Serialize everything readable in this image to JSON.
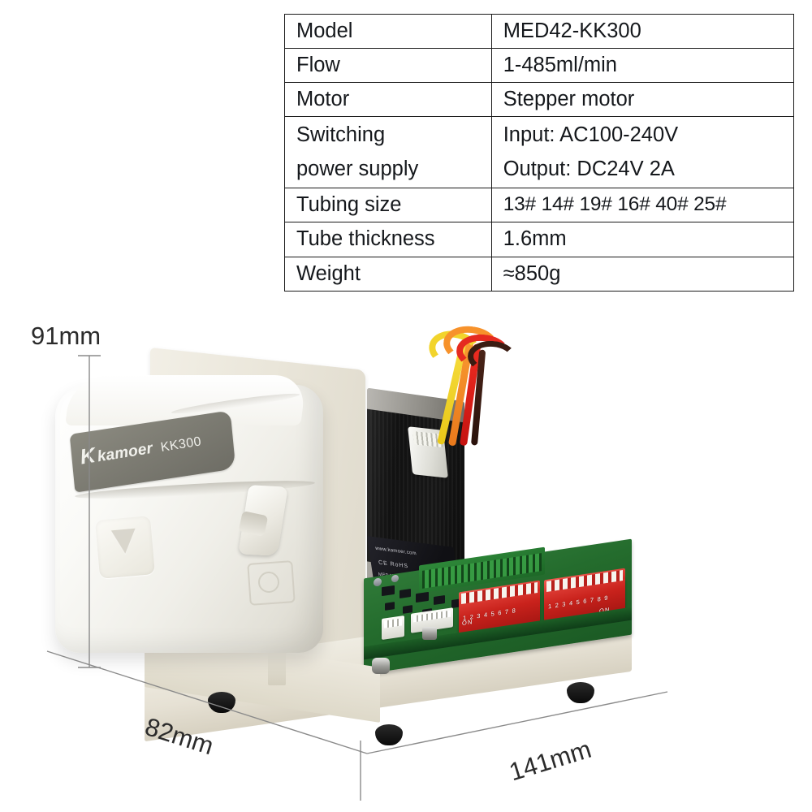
{
  "spec_table": {
    "rows": [
      {
        "label": "Model",
        "value": "MED42-KK300"
      },
      {
        "label": "Flow",
        "value": "1-485ml/min"
      },
      {
        "label": "Motor",
        "value": "Stepper motor"
      },
      {
        "label": "Switching",
        "label2": "power supply",
        "value": "Input: AC100-240V",
        "value2": "Output: DC24V 2A"
      },
      {
        "label": "Tubing size",
        "value": "13# 14# 19# 16# 40# 25#"
      },
      {
        "label": "Tube thickness",
        "value": "1.6mm"
      },
      {
        "label": "Weight",
        "value": "≈850g"
      }
    ]
  },
  "dimensions": {
    "height": "91mm",
    "width": "82mm",
    "depth": "141mm"
  },
  "product": {
    "brand_mark": "K",
    "brand_name": "kamoer",
    "model_mark": "KK300",
    "motor_label_url": "www.kamoer.com",
    "motor_label_cert": "CE  RoHS",
    "motor_label_small": "MED42"
  },
  "dip_switches": {
    "block_a_numbers": "1 2 3 4 5 6 7 8",
    "block_a_on": "ON",
    "block_b_numbers": "1 2 3 4 5 6 7 8 9",
    "block_b_on": "ON"
  },
  "colors": {
    "wire_yellow": "#f5d427",
    "wire_orange": "#f58a2a",
    "wire_red": "#e02020",
    "wire_dark": "#3a2018",
    "pcb_green": "#246c2d",
    "dip_red": "#c9221c",
    "housing_cream": "#efece2",
    "brand_band_gray": "#7c7b72",
    "table_border": "#1a1a1a",
    "background": "#ffffff"
  }
}
